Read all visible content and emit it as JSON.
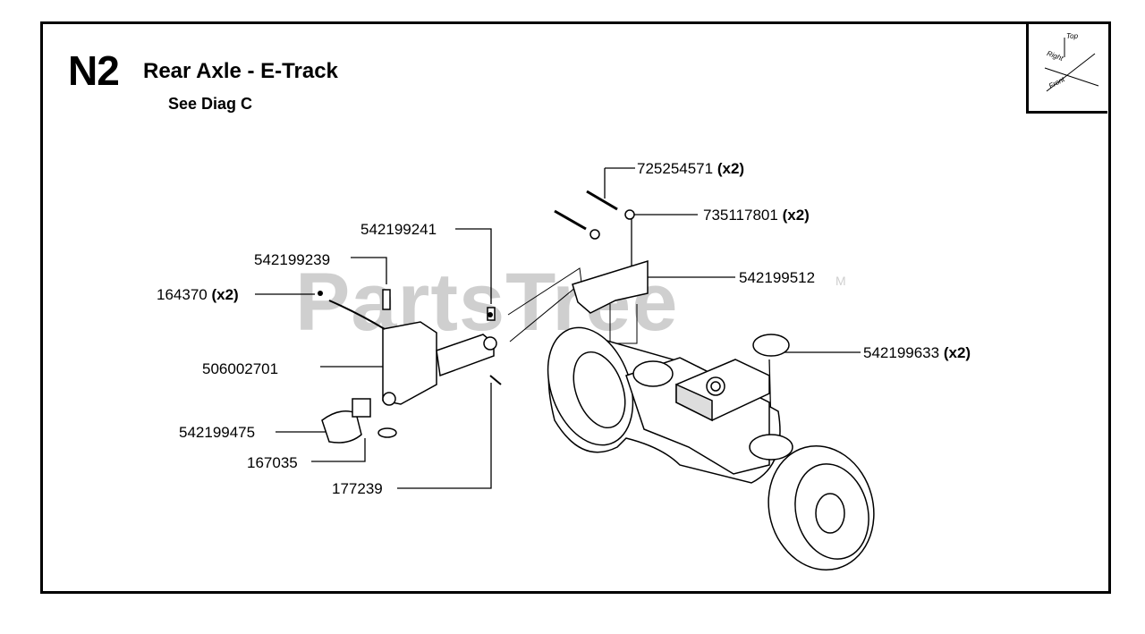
{
  "header": {
    "section_code": "N2",
    "title": "Rear Axle - E-Track",
    "subtitle": "See Diag C"
  },
  "orientation": {
    "top_label": "Top",
    "right_label": "Right",
    "front_label": "Front"
  },
  "watermark": {
    "text": "PartsTree",
    "tm": "M"
  },
  "callouts": [
    {
      "id": "c725254571",
      "part": "725254571",
      "qty": "(x2)"
    },
    {
      "id": "c735117801",
      "part": "735117801",
      "qty": "(x2)"
    },
    {
      "id": "c542199241",
      "part": "542199241",
      "qty": ""
    },
    {
      "id": "c542199239",
      "part": "542199239",
      "qty": ""
    },
    {
      "id": "c542199512",
      "part": "542199512",
      "qty": ""
    },
    {
      "id": "c164370",
      "part": "164370",
      "qty": "(x2)"
    },
    {
      "id": "c542199633",
      "part": "542199633",
      "qty": "(x2)"
    },
    {
      "id": "c506002701",
      "part": "506002701",
      "qty": ""
    },
    {
      "id": "c542199475",
      "part": "542199475",
      "qty": ""
    },
    {
      "id": "c167035",
      "part": "167035",
      "qty": ""
    },
    {
      "id": "c177239",
      "part": "177239",
      "qty": ""
    }
  ]
}
